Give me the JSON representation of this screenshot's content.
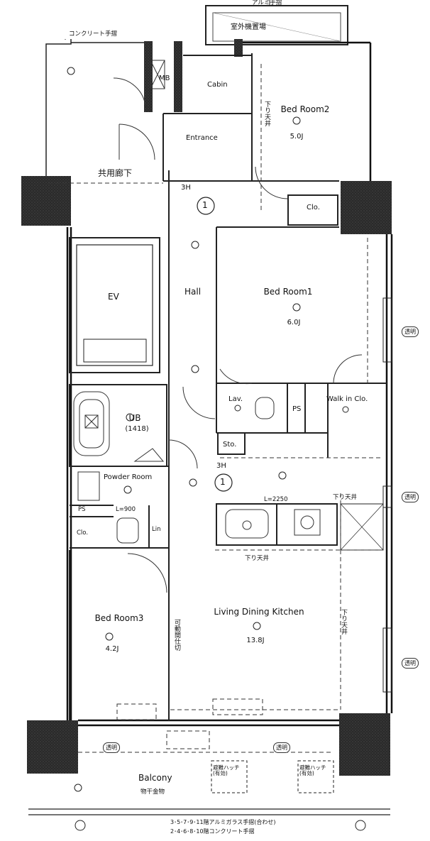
{
  "rooms": {
    "mb": "MB",
    "cabin": "Cabin",
    "bedroom2": {
      "name": "Bed Room2",
      "size": "5.0J"
    },
    "entrance": "Entrance",
    "common_corridor": "共用廊下",
    "clo_1": "Clo.",
    "ev": "EV",
    "hall": "Hall",
    "bedroom1": {
      "name": "Bed Room1",
      "size": "6.0J"
    },
    "ub": {
      "name": "UB",
      "size": "(1418)"
    },
    "lav": "Lav.",
    "ps_1": "PS",
    "walk_in_clo": "Walk in Clo.",
    "sto": "Sto.",
    "powder_room": "Powder Room",
    "ps_2": "PS",
    "clo_2": "Clo.",
    "lin": "Lin",
    "bedroom3": {
      "name": "Bed Room3",
      "size": "4.2J"
    },
    "ldk": {
      "name": "Living Dining Kitchen",
      "size": "13.8J"
    },
    "balcony": "Balcony"
  },
  "annotations": {
    "concrete_rail_top": "コンクリート手摺",
    "outdoor_unit": "室外機置場",
    "top_cut_text": "アルミ手摺",
    "sagari_tenjo_1": "下り天井",
    "sagari_tenjo_2": "下り天井",
    "sagari_tenjo_3": "下り天井",
    "sagari_tenjo_4": "下り天井",
    "height_3h_1": "3H",
    "height_3h_2": "3H",
    "counter_l900": "L=900",
    "kitchen_l2250": "L=2250",
    "movable_partition": "可動間仕切",
    "drying_rack": "物干金物",
    "evac_hatch_1": "避難ハッチ\n(有効)",
    "evac_hatch_2": "避難ハッチ\n(有効)",
    "note_line1": "3･5･7･9･11階アルミガラス手摺(合わせ)",
    "note_line2": "2･4･6･8･10階コンクリート手摺",
    "circle_1": "1",
    "circle_2": "1",
    "clear_glass_1": "透明",
    "clear_glass_2": "透明",
    "clear_glass_3": "透明",
    "clear_glass_4": "透明",
    "clear_glass_5": "透明"
  }
}
